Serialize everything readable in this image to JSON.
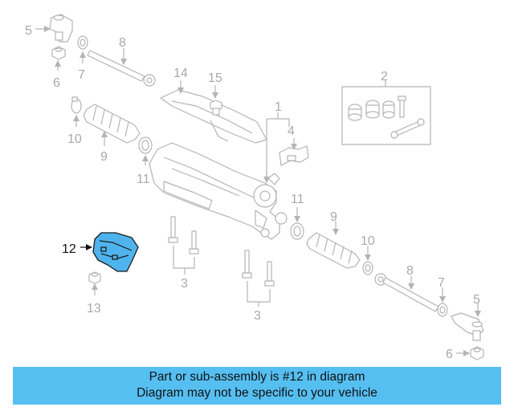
{
  "callouts": {
    "c1": "1",
    "c2": "2",
    "c3a": "3",
    "c3b": "3",
    "c4": "4",
    "c5a": "5",
    "c5b": "5",
    "c6a": "6",
    "c6b": "6",
    "c7a": "7",
    "c7b": "7",
    "c8a": "8",
    "c8b": "8",
    "c9a": "9",
    "c9b": "9",
    "c10a": "10",
    "c10b": "10",
    "c11a": "11",
    "c11b": "11",
    "c12": "12",
    "c13": "13",
    "c14": "14",
    "c15": "15"
  },
  "highlighted_part": "12",
  "highlight_color": "#4fb4ee",
  "caption": {
    "line1": "Part or sub-assembly is #12 in diagram",
    "line2": "Diagram may not be specific to your vehicle",
    "background": "#56bff2"
  }
}
